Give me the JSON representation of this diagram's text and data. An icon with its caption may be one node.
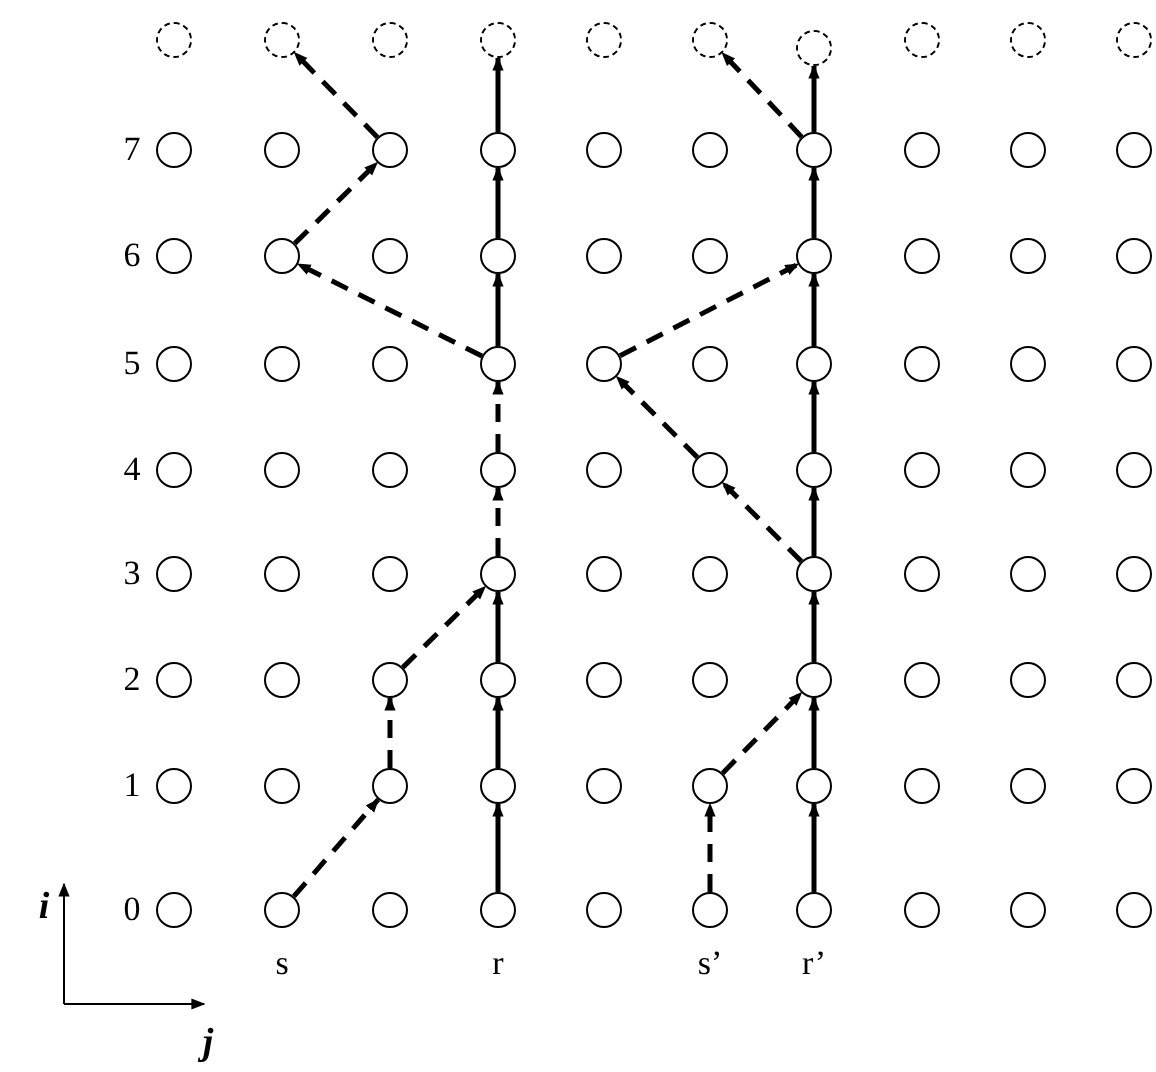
{
  "diagram": {
    "nodes": [
      {
        "text": [],
        "shape": "circle"
      },
      {
        "text": [],
        "shape": "circle"
      },
      {
        "text": [],
        "shape": "circle"
      },
      {
        "text": [],
        "shape": "circle"
      },
      {
        "text": [],
        "shape": "circle"
      },
      {
        "text": [],
        "shape": "circle"
      },
      {
        "text": [],
        "shape": "circle"
      },
      {
        "text": [],
        "shape": "circle"
      },
      {
        "text": [],
        "shape": "circle"
      },
      {
        "text": [],
        "shape": "circle"
      },
      {
        "text": [],
        "shape": "circle"
      },
      {
        "text": [],
        "shape": "circle"
      },
      {
        "text": [],
        "shape": "circle"
      },
      {
        "text": [],
        "shape": "circle"
      },
      {
        "text": [],
        "shape": "circle"
      },
      {
        "text": [],
        "shape": "circle"
      },
      {
        "text": [],
        "shape": "circle"
      },
      {
        "text": [],
        "shape": "circle"
      },
      {
        "text": [],
        "shape": "circle"
      },
      {
        "text": [],
        "shape": "circle"
      },
      {
        "text": [],
        "shape": "circle"
      },
      {
        "text": [],
        "shape": "circle"
      },
      {
        "text": [],
        "shape": "circle"
      },
      {
        "text": [],
        "shape": "circle"
      },
      {
        "text": [],
        "shape": "circle"
      },
      {
        "text": [],
        "shape": "circle"
      },
      {
        "text": [],
        "shape": "circle"
      },
      {
        "text": [],
        "shape": "circle"
      },
      {
        "text": [],
        "shape": "circle"
      },
      {
        "text": [],
        "shape": "circle"
      },
      {
        "text": [],
        "shape": "circle"
      },
      {
        "text": [],
        "shape": "circle"
      },
      {
        "text": [],
        "shape": "circle"
      },
      {
        "text": [],
        "shape": "circle"
      },
      {
        "text": [],
        "shape": "circle"
      },
      {
        "text": [],
        "shape": "circle"
      },
      {
        "text": [],
        "shape": "circle"
      },
      {
        "text": [],
        "shape": "circle"
      },
      {
        "text": [],
        "shape": "circle"
      },
      {
        "text": [],
        "shape": "circle"
      },
      {
        "text": [],
        "shape": "circle"
      },
      {
        "text": [],
        "shape": "circle"
      },
      {
        "text": [],
        "shape": "circle"
      },
      {
        "text": [],
        "shape": "circle"
      },
      {
        "text": [],
        "shape": "circle"
      },
      {
        "text": [],
        "shape": "circle"
      },
      {
        "text": [],
        "shape": "circle"
      },
      {
        "text": [],
        "shape": "circle"
      },
      {
        "text": [],
        "shape": "circle"
      },
      {
        "text": [],
        "shape": "circle"
      },
      {
        "text": [],
        "shape": "circle"
      },
      {
        "text": [],
        "shape": "circle"
      },
      {
        "text": [],
        "shape": "circle"
      },
      {
        "text": [],
        "shape": "circle"
      },
      {
        "text": [],
        "shape": "circle"
      },
      {
        "text": [],
        "shape": "circle"
      },
      {
        "text": [],
        "shape": "circle"
      },
      {
        "text": [],
        "shape": "circle"
      },
      {
        "text": [],
        "shape": "circle"
      },
      {
        "text": [],
        "shape": "circle"
      },
      {
        "text": [],
        "shape": "circle"
      },
      {
        "text": [],
        "shape": "circle"
      },
      {
        "text": [],
        "shape": "circle"
      },
      {
        "text": [],
        "shape": "circle"
      },
      {
        "text": [],
        "shape": "circle"
      },
      {
        "text": [],
        "shape": "circle"
      },
      {
        "text": [],
        "shape": "circle"
      },
      {
        "text": [],
        "shape": "circle"
      },
      {
        "text": [],
        "shape": "circle"
      },
      {
        "text": [],
        "shape": "circle"
      },
      {
        "text": [],
        "shape": "circle"
      },
      {
        "text": [],
        "shape": "circle"
      },
      {
        "text": [],
        "shape": "circle"
      },
      {
        "text": [],
        "shape": "circle"
      },
      {
        "text": [],
        "shape": "circle"
      },
      {
        "text": [],
        "shape": "circle"
      },
      {
        "text": [],
        "shape": "circle"
      },
      {
        "text": [],
        "shape": "circle"
      },
      {
        "text": [],
        "shape": "circle"
      },
      {
        "text": [],
        "shape": "circle"
      },
      {
        "text": [],
        "shape": "circle"
      },
      {
        "text": [],
        "shape": "circle"
      },
      {
        "text": [],
        "shape": "circle"
      },
      {
        "text": [],
        "shape": "circle"
      },
      {
        "text": [],
        "shape": "circle"
      },
      {
        "text": [],
        "shape": "circle"
      },
      {
        "text": [],
        "shape": "circle"
      },
      {
        "text": [],
        "shape": "circle"
      },
      {
        "text": [],
        "shape": "circle"
      },
      {
        "text": [],
        "shape": "circle"
      }
    ],
    "edges": [
      {
        "from": 81,
        "to": 72,
        "arrow": "to",
        "style": "dashed"
      },
      {
        "from": 72,
        "to": 62,
        "arrow": "to",
        "style": "dashed"
      },
      {
        "from": 62,
        "to": 53,
        "arrow": "to",
        "style": "dashed"
      },
      {
        "from": 83,
        "to": 73,
        "arrow": "to"
      },
      {
        "from": 73,
        "to": 63,
        "arrow": "to"
      },
      {
        "from": 63,
        "to": 53,
        "arrow": "to"
      },
      {
        "from": 53,
        "to": 43,
        "arrow": "to",
        "style": "dashed"
      },
      {
        "from": 43,
        "to": 33,
        "arrow": "to",
        "style": "dashed"
      },
      {
        "from": 33,
        "to": 23,
        "arrow": "to"
      },
      {
        "from": 23,
        "to": 13,
        "arrow": "to"
      },
      {
        "from": 13,
        "to": 3,
        "arrow": "to"
      },
      {
        "from": 33,
        "to": 21,
        "arrow": "to",
        "style": "dashed"
      },
      {
        "from": 21,
        "to": 12,
        "arrow": "to",
        "style": "dashed"
      },
      {
        "from": 12,
        "to": 1,
        "arrow": "to",
        "style": "dashed"
      },
      {
        "from": 85,
        "to": 75,
        "arrow": "to",
        "style": "dashed"
      },
      {
        "from": 75,
        "to": 66,
        "arrow": "to",
        "style": "dashed"
      },
      {
        "from": 86,
        "to": 76,
        "arrow": "to"
      },
      {
        "from": 76,
        "to": 66,
        "arrow": "to"
      },
      {
        "from": 66,
        "to": 56,
        "arrow": "to"
      },
      {
        "from": 56,
        "to": 46,
        "arrow": "to"
      },
      {
        "from": 46,
        "to": 36,
        "arrow": "to"
      },
      {
        "from": 36,
        "to": 26,
        "arrow": "to"
      },
      {
        "from": 26,
        "to": 16,
        "arrow": "to"
      },
      {
        "from": 16,
        "to": 6,
        "arrow": "to"
      },
      {
        "from": 56,
        "to": 45,
        "arrow": "to",
        "style": "dashed"
      },
      {
        "from": 45,
        "to": 34,
        "arrow": "to",
        "style": "dashed"
      },
      {
        "from": 34,
        "to": 26,
        "arrow": "to",
        "style": "dashed"
      },
      {
        "from": 16,
        "to": 5,
        "arrow": "to",
        "style": "dashed"
      }
    ],
    "labels": [
      "7",
      "6",
      "5",
      "4",
      "3",
      "2",
      "1",
      "0",
      "s",
      "r",
      "s’",
      "r’",
      "i",
      "j"
    ]
  }
}
